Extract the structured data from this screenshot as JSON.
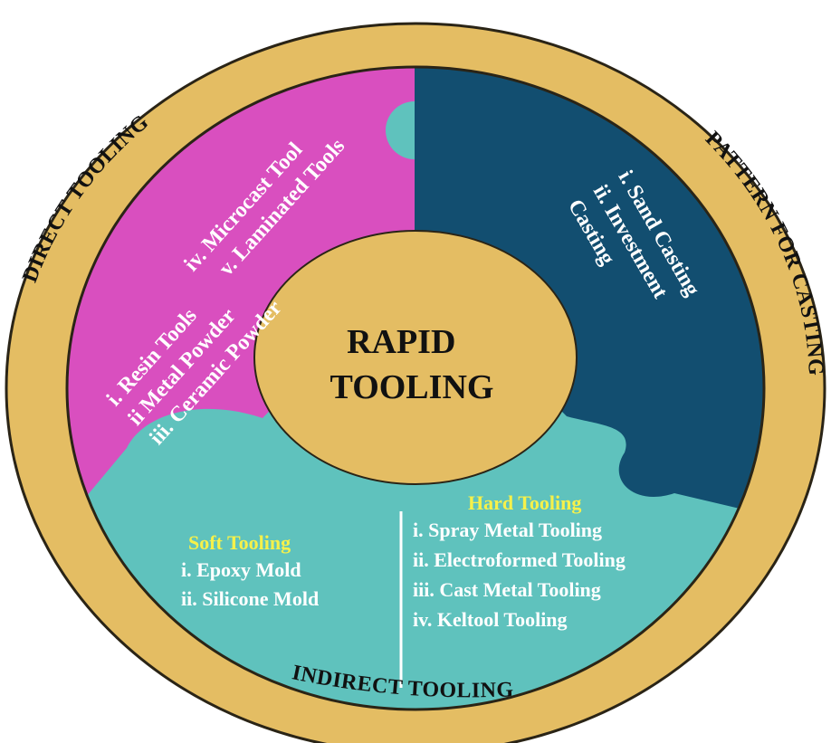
{
  "title": "RAPID TOOLING",
  "title_lines": [
    "RAPID",
    "TOOLING"
  ],
  "colors": {
    "ring": "#e4bd63",
    "outline": "#2a2416",
    "direct": "#d94fbf",
    "casting": "#124e70",
    "indirect": "#5fc2bd",
    "center": "#e4bd63",
    "heading": "#f6f14a"
  },
  "ring_labels": {
    "direct": "DIRECT TOOLING",
    "casting": "PATTERN FOR CASTING",
    "indirect": "INDIRECT TOOLING"
  },
  "direct_items": [
    "i. Resin Tools",
    "ii Metal Powder",
    "iii. Ceramic Powder",
    "iv. Microcast Tool",
    "v. Laminated Tools"
  ],
  "casting_items": [
    "i. Sand Casting",
    "ii. Investment",
    "Casting"
  ],
  "soft": {
    "heading": "Soft Tooling",
    "items": [
      "i. Epoxy Mold",
      "ii. Silicone Mold"
    ]
  },
  "hard": {
    "heading": "Hard Tooling",
    "items": [
      "i. Spray Metal Tooling",
      "ii. Electroformed Tooling",
      "iii. Cast Metal Tooling",
      "iv. Keltool Tooling"
    ]
  }
}
